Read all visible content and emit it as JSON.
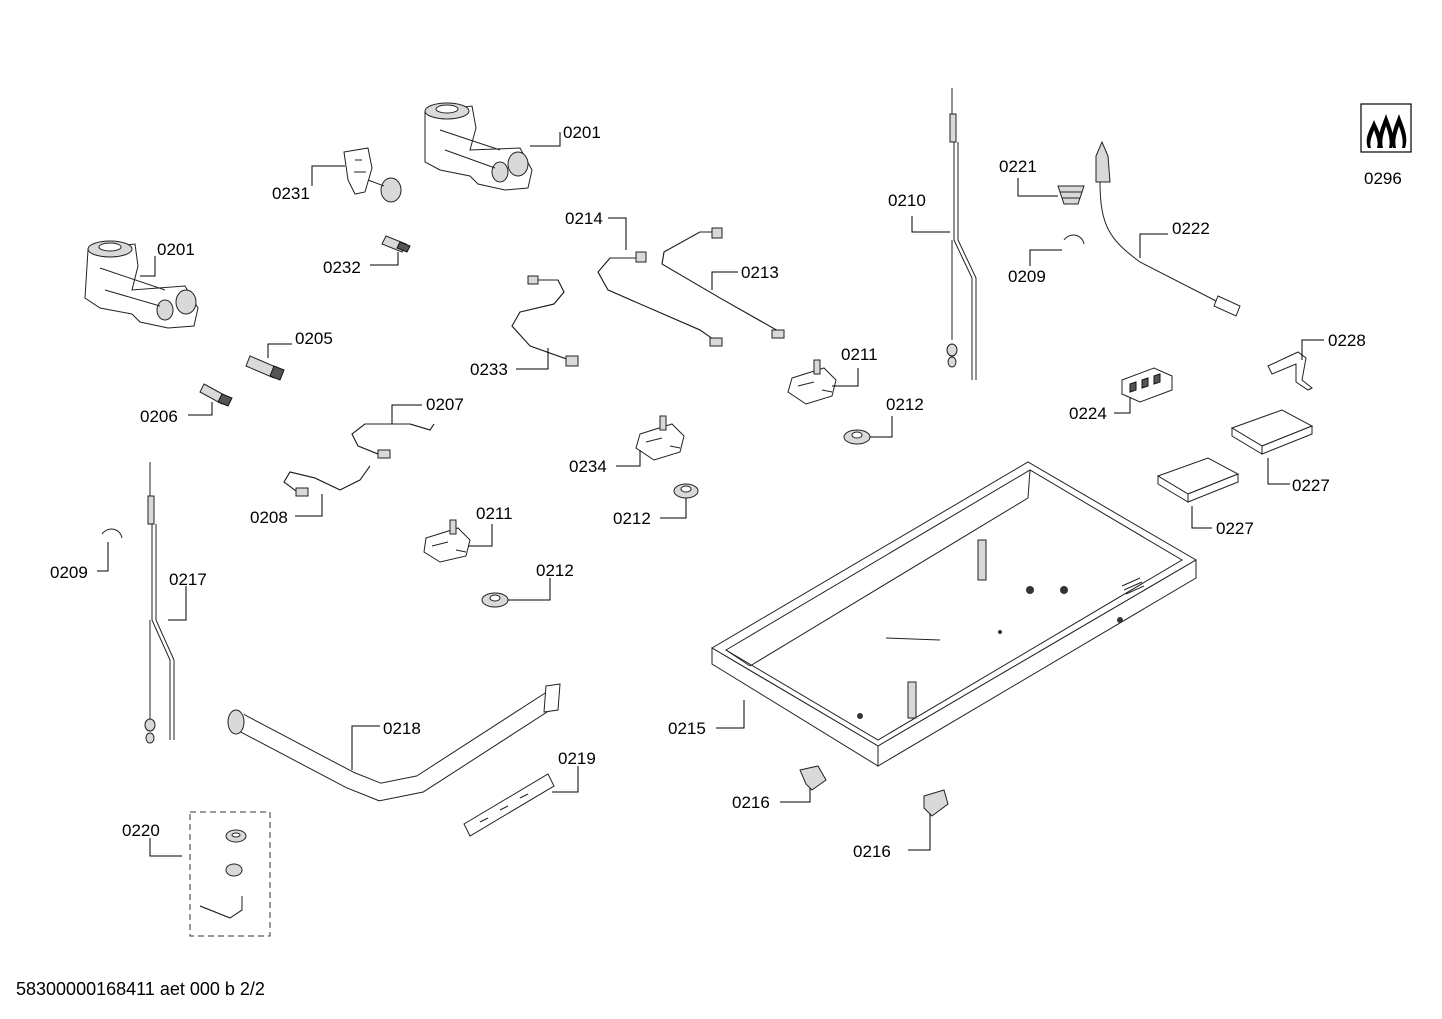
{
  "document": {
    "code": "58300000168411 aet 000 b 2/2"
  },
  "labels": {
    "p0201a": "0201",
    "p0201b": "0201",
    "p0231": "0231",
    "p0232": "0232",
    "p0205": "0205",
    "p0206": "0206",
    "p0207": "0207",
    "p0208": "0208",
    "p0209a": "0209",
    "p0217": "0217",
    "p0218": "0218",
    "p0219": "0219",
    "p0220": "0220",
    "p0211a": "0211",
    "p0212a": "0212",
    "p0214": "0214",
    "p0213": "0213",
    "p0233": "0233",
    "p0234": "0234",
    "p0212b": "0212",
    "p0211b": "0211",
    "p0212c": "0212",
    "p0210": "0210",
    "p0221": "0221",
    "p0209b": "0209",
    "p0222": "0222",
    "p0296": "0296",
    "p0228": "0228",
    "p0224": "0224",
    "p0227a": "0227",
    "p0227b": "0227",
    "p0215": "0215",
    "p0216a": "0216",
    "p0216b": "0216"
  },
  "icons": {
    "flame_logo": "gas-flame-icon"
  }
}
